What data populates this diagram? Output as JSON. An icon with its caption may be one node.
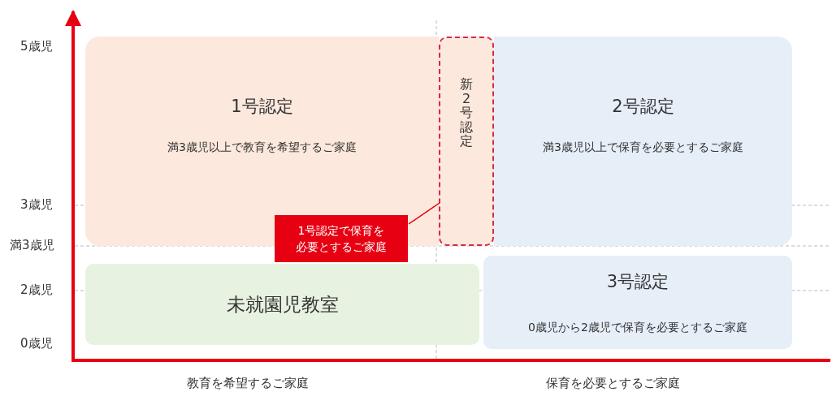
{
  "diagram": {
    "nodes": [
      {
        "text": [
          "1号認定",
          "満3歳児以上で教育を希望するご家庭"
        ]
      },
      {
        "text": [
          "新2号認定"
        ]
      },
      {
        "text": [
          "2号認定",
          "満3歳児以上で保育を必要とするご家庭"
        ]
      },
      {
        "text": [
          "1号認定で保育を必要とするご家庭"
        ]
      },
      {
        "text": [
          "未就園児教室"
        ]
      },
      {
        "text": [
          "3号認定",
          "0歳児から2歳児で保育を必要とするご家庭"
        ]
      }
    ],
    "edges": [
      {
        "from": 3,
        "to": 1,
        "arrow": "none"
      }
    ],
    "labels": [
      "5歳児",
      "3歳児",
      "満3歳児",
      "2歳児",
      "0歳児",
      "教育を希望するご家庭",
      "保育を必要とするご家庭"
    ]
  }
}
